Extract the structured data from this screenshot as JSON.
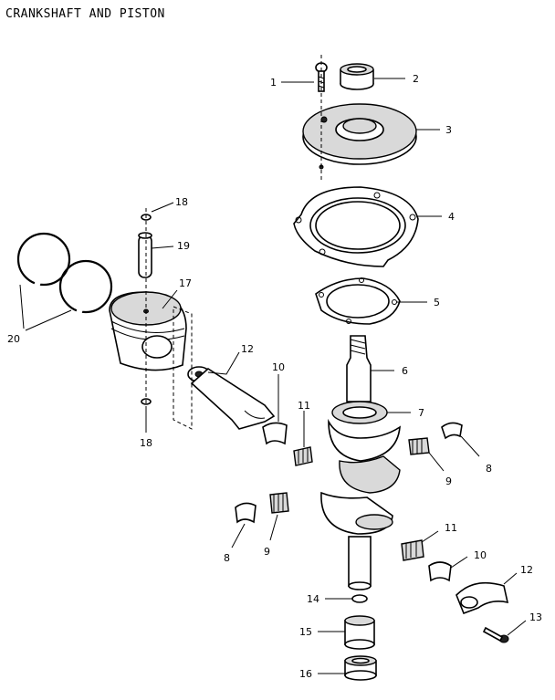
{
  "title": "CRANKSHAFT AND PISTON",
  "callouts": [
    {
      "id": "1",
      "label": "1"
    },
    {
      "id": "2",
      "label": "2"
    },
    {
      "id": "3",
      "label": "3"
    },
    {
      "id": "4",
      "label": "4"
    },
    {
      "id": "5",
      "label": "5"
    },
    {
      "id": "6",
      "label": "6"
    },
    {
      "id": "7",
      "label": "7"
    },
    {
      "id": "8a",
      "label": "8"
    },
    {
      "id": "9a",
      "label": "9"
    },
    {
      "id": "10a",
      "label": "10"
    },
    {
      "id": "11a",
      "label": "11"
    },
    {
      "id": "12a",
      "label": "12"
    },
    {
      "id": "8b",
      "label": "8"
    },
    {
      "id": "9b",
      "label": "9"
    },
    {
      "id": "10b",
      "label": "10"
    },
    {
      "id": "11b",
      "label": "11"
    },
    {
      "id": "12b",
      "label": "12"
    },
    {
      "id": "13",
      "label": "13"
    },
    {
      "id": "14",
      "label": "14"
    },
    {
      "id": "15",
      "label": "15"
    },
    {
      "id": "16",
      "label": "16"
    },
    {
      "id": "17",
      "label": "17"
    },
    {
      "id": "18a",
      "label": "18"
    },
    {
      "id": "18b",
      "label": "18"
    },
    {
      "id": "19",
      "label": "19"
    },
    {
      "id": "20",
      "label": "20"
    }
  ]
}
